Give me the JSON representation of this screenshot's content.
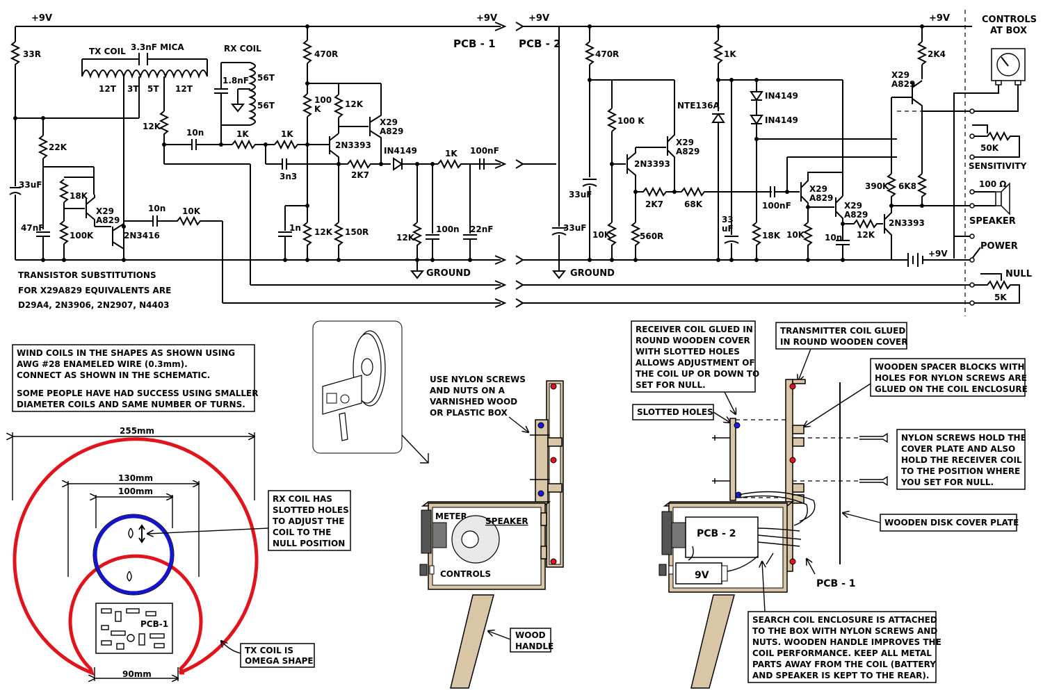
{
  "schematic": {
    "pcb1_label": "PCB - 1",
    "pcb2_label": "PCB - 2",
    "supply_label": "+9V",
    "ground_label": "GROUND",
    "tx_coil_label": "TX  COIL",
    "rx_coil_label": "RX COIL",
    "mica_cap": "3.3nF MICA",
    "rx_cap": "1.8nF",
    "turns": [
      "12T",
      "3T",
      "5T",
      "12T"
    ],
    "rx_turns": [
      "56T",
      "56T"
    ],
    "pcb1_parts": {
      "r33": "33R",
      "c33uf": "33uF",
      "r22k": "22K",
      "r18k": "18K",
      "r100k": "100K",
      "c47nf": "47nF",
      "q1": "X29\nA829",
      "q2": "2N3416",
      "c10n_a": "10n",
      "r10k_a": "10K",
      "r12k_a": "12K",
      "c10n_b": "10n",
      "r1k_a": "1K",
      "r1k_b": "1K",
      "c3n3": "3n3",
      "c1n": "1n",
      "r470": "470R",
      "r100k_b": "100\nK",
      "r12k_b": "12K",
      "r12k_c": "12K",
      "r150": "150R",
      "q3": "2N3393",
      "q4": "X29\nA829",
      "r2k7": "2K7",
      "d1": "IN4149",
      "r1k_c": "1K",
      "c100nf": "100nF",
      "r12k_d": "12K",
      "c100n": "100n",
      "c22nf": "22nF"
    },
    "pcb2_parts": {
      "r470": "470R",
      "r100k": "100 K",
      "q5": "X29\nA829",
      "q6": "2N3393",
      "c33uf_a": "33uF",
      "r2k7": "2K7",
      "r68k": "68K",
      "r10k": "10K",
      "r560": "560R",
      "c33uf_b": "33uF",
      "r1k": "1K",
      "zener": "NTE136A",
      "d2": "IN4149",
      "d3": "IN4149",
      "c33uf_c": "33\nuF",
      "c100nf": "100nF",
      "r18k": "18K",
      "q7": "X29\nA829",
      "q8": "X29\nA829",
      "r10k_b": "10K",
      "c10n": "10n",
      "r12k": "12K",
      "q9": "2N3393",
      "r390k": "390K",
      "r6k8": "6K8",
      "r2k4": "2K4",
      "q10": "X29\nA829"
    },
    "controls_title": [
      "CONTROLS",
      "AT BOX"
    ],
    "sensitivity_pot": "50K",
    "sensitivity_label": "SENSITIVITY",
    "speaker_value": "100 Ω",
    "speaker_label": "SPEAKER",
    "power_label": "POWER",
    "battery_label": "+9V",
    "null_label": "NULL",
    "null_pot": "5K",
    "substitutions": [
      "TRANSISTOR SUBSTITUTIONS",
      "FOR  X29A829 EQUIVALENTS ARE",
      "D29A4, 2N3906, 2N2907, N4403"
    ]
  },
  "notes": {
    "winding": [
      "WIND COILS IN THE SHAPES AS SHOWN USING",
      "AWG #28 ENAMELED WIRE (0.3mm).",
      "CONNECT AS SHOWN IN THE SCHEMATIC.",
      "SOME PEOPLE HAVE HAD SUCCESS USING SMALLER",
      "DIAMETER COILS AND SAME NUMBER OF TURNS."
    ],
    "rx_slots": [
      "RX COIL HAS",
      "SLOTTED HOLES",
      "TO ADJUST THE",
      "COIL TO THE",
      "NULL POSITION"
    ],
    "tx_shape": [
      "TX COIL IS",
      "OMEGA SHAPE"
    ],
    "nylon_box": [
      "USE NYLON SCREWS",
      "AND NUTS ON A",
      "VARNISHED WOOD",
      "OR PLASTIC BOX"
    ],
    "wood_handle": [
      "WOOD",
      "HANDLE"
    ],
    "rx_glued": [
      "RECEIVER COIL GLUED IN",
      "ROUND WOODEN COVER",
      "WITH SLOTTED HOLES",
      "ALLOWS ADJUSTMENT OF",
      "THE COIL UP OR DOWN TO",
      "SET FOR NULL."
    ],
    "tx_glued": [
      "TRANSMITTER COIL GLUED",
      "IN ROUND WOODEN COVER"
    ],
    "spacers": [
      "WOODEN SPACER BLOCKS WITH",
      "HOLES FOR NYLON SCREWS ARE",
      "GLUED ON THE COIL ENCLOSURE"
    ],
    "slotted_holes": "SLOTTED HOLES",
    "nylon_hold": [
      "NYLON SCREWS HOLD THE",
      "COVER PLATE AND ALSO",
      "HOLD THE RECEIVER COIL",
      "TO THE POSITION WHERE",
      "YOU SET FOR NULL."
    ],
    "cover_plate": "WOODEN DISK COVER PLATE",
    "enclosure": [
      "SEARCH COIL ENCLOSURE IS ATTACHED",
      "TO THE BOX WITH NYLON SCREWS AND",
      "NUTS. WOODEN HANDLE IMPROVES THE",
      "COIL PERFORMANCE. KEEP ALL METAL",
      "PARTS AWAY FROM THE COIL (BATTERY",
      "AND SPEAKER IS KEPT TO THE REAR)."
    ]
  },
  "coil_drawing": {
    "dim_outer": "255mm",
    "dim_130": "130mm",
    "dim_100": "100mm",
    "dim_90": "90mm",
    "pcb_label": "PCB-1",
    "colors": {
      "tx": "#e0141c",
      "rx": "#1414d0"
    }
  },
  "assembly": {
    "meter": "METER",
    "speaker": "SPEAKER",
    "controls": "CONTROLS",
    "pcb2": "PCB - 2",
    "battery": "9V",
    "pcb1": "PCB - 1",
    "colors": {
      "wood": "#d8c6a6",
      "red_screw": "#e0141c",
      "blue_screw": "#1a1ae0"
    }
  }
}
